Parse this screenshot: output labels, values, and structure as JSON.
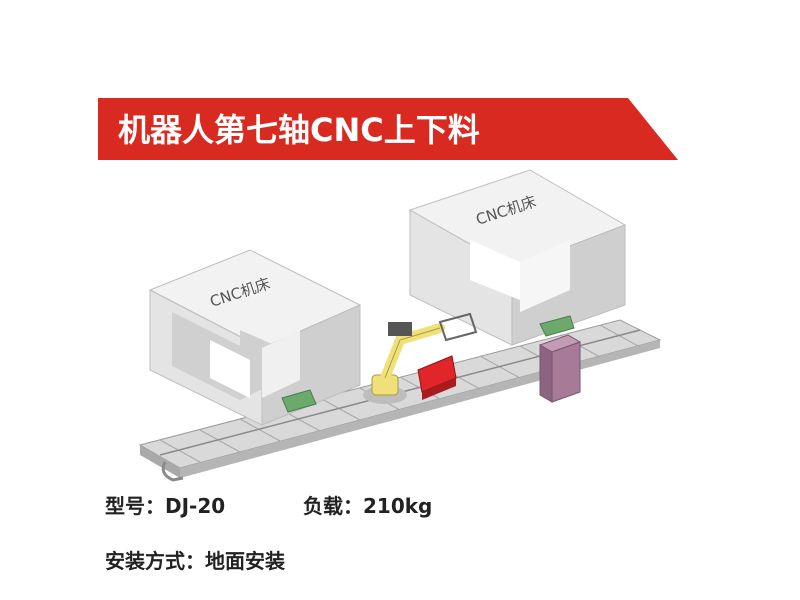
{
  "title": "机器人第七轴CNC上下料",
  "colors": {
    "banner": "#d92a21",
    "machine_face": "#e4e4e4",
    "machine_top": "#f2f2f2",
    "machine_side": "#cfcfcf",
    "rail": "#d6d6d6",
    "robot": "#f0e07a",
    "fixture": "#e0262a",
    "cabinet": "#a77a97",
    "tray": "#6ca96c"
  },
  "machines": [
    {
      "label": "CNC机床"
    },
    {
      "label": "CNC机床"
    }
  ],
  "specs": {
    "model": "型号：DJ-20",
    "load": "负载：210kg",
    "installation": "安装方式：地面安装"
  }
}
